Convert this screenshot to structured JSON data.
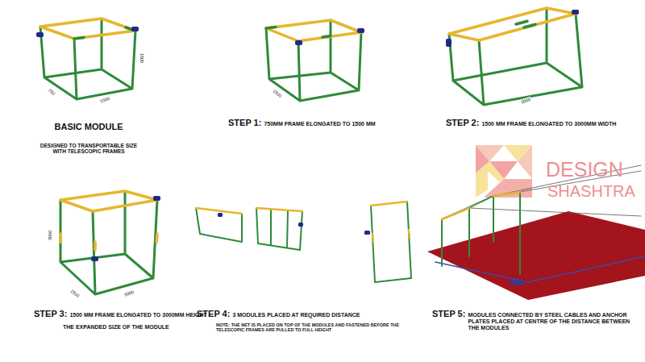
{
  "diagram": {
    "labels": [
      "750",
      "1500",
      "1500",
      "BASIC MODULE",
      "DESIGNED TO TRANSPORTABLE SIZE WITH TELESCOPIC FRAMES",
      "1500",
      "STEP 1:",
      "750MM FRAME ELONGATED TO 1500 MM",
      "3000",
      "STEP 2:",
      "1500 MM FRAME ELONGATED TO 3000MM WIDTH",
      "DESIGN",
      "SHASHTRA",
      "3000",
      "1500",
      "3000",
      "STEP 3:",
      "1500 MM FRAME ELONGATED TO 3000MM HEIGHT",
      "THE EXPANDED SIZE OF THE MODULE",
      "STEP 4:",
      "3 MODULES PLACED AT REQUIRED DISTANCE",
      "NOTE: THE NET IS PLACED ON TOP OF THE MODULES AND FASTENED BEFORE THE TELESCOPIC FRAMES ARE PULLED TO FULL HEIGHT",
      "STEP 5:",
      "MODULES CONNECTED BY STEEL CABLES AND ANCHOR PLATES PLACED AT CENTRE OF THE DISTANCE BETWEEN THE MODULES"
    ]
  }
}
